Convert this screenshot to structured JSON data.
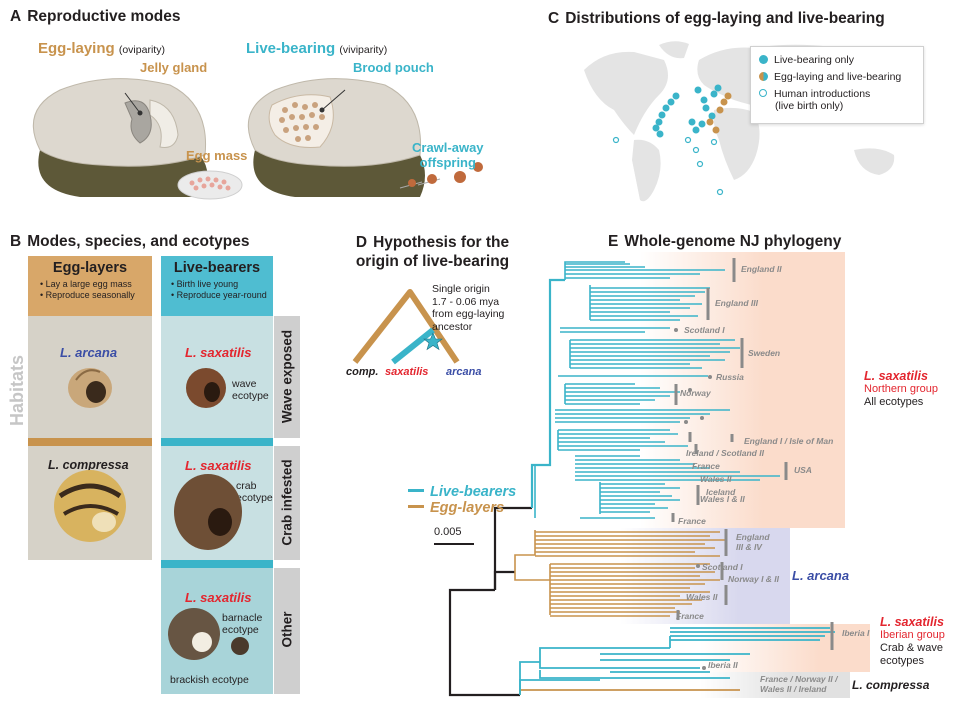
{
  "panel_a": {
    "letter": "A",
    "title": "Reproductive modes",
    "egg_laying": "Egg-laying",
    "oviparity": "(oviparity)",
    "live_bearing": "Live-bearing",
    "viviparity": "(viviparity)",
    "jelly_gland": "Jelly gland",
    "egg_mass": "Egg mass",
    "brood_pouch": "Brood pouch",
    "crawl_away_1": "Crawl-away",
    "crawl_away_2": "offspring"
  },
  "panel_b": {
    "letter": "B",
    "title": "Modes, species, and ecotypes",
    "egg_layers": "Egg-layers",
    "egg_layers_bullets": [
      "• Lay a large egg mass",
      "• Reproduce seasonally"
    ],
    "live_bearers": "Live-bearers",
    "live_bearers_bullets": [
      "• Birth live young",
      "• Reproduce year-round"
    ],
    "habitats": "Habitats",
    "rows": [
      "Wave exposed",
      "Crab infested",
      "Other"
    ],
    "l_arcana": "L. arcana",
    "l_saxatilis": "L. saxatilis",
    "l_compressa": "L. compressa",
    "wave_1": "wave",
    "wave_2": "ecotype",
    "crab_1": "crab",
    "crab_2": "ecotype",
    "barnacle_1": "barnacle",
    "barnacle_2": "ecotype",
    "brackish": "brackish ecotype"
  },
  "panel_c": {
    "letter": "C",
    "title": "Distributions of egg-laying and live-bearing",
    "legend": [
      "Live-bearing only",
      "Egg-laying and live-bearing",
      "Human introductions",
      "(live birth only)"
    ]
  },
  "panel_d": {
    "letter": "D",
    "title_1": "Hypothesis for the",
    "title_2": "origin of live-bearing",
    "note": [
      "Single origin",
      "1.7 - 0.06 mya",
      "from egg-laying",
      "ancestor"
    ],
    "tip_comp": "comp.",
    "tip_sax": "saxatilis",
    "tip_arc": "arcana"
  },
  "panel_e": {
    "letter": "E",
    "title": "Whole-genome NJ phylogeny",
    "legend_live": "Live-bearers",
    "legend_egg": "Egg-layers",
    "scale": "0.005",
    "tips": [
      "England II",
      "England III",
      "Scotland I",
      "Sweden",
      "Russia",
      "Norway",
      "England I / Isle of Man",
      "Ireland / Scotland II",
      "France",
      "Wales II",
      "Iceland",
      "USA",
      "Wales I & II",
      "France",
      "England",
      "III & IV",
      "Scotland I",
      "Norway I & II",
      "Wales II",
      "France",
      "Iberia I",
      "Iberia II",
      "France / Norway II /",
      "Wales II / Ireland"
    ],
    "north_sp": "L. saxatilis",
    "north_group": "Northern group",
    "north_eco": "All ecotypes",
    "arcana": "L. arcana",
    "iber_sp": "L. saxatilis",
    "iber_group": "Iberian group",
    "iber_eco_1": "Crab & wave",
    "iber_eco_2": "ecotypes",
    "compressa": "L. compressa"
  },
  "colors": {
    "live": "#3ab4c9",
    "egg": "#c8934d",
    "red": "#e3262f",
    "blue": "#3b4ea6",
    "north_bg": "#fbe0d2",
    "arcana_bg": "#dcdcf0",
    "iber_bg": "#fbe0d2",
    "comp_bg": "#e4e4e4"
  }
}
